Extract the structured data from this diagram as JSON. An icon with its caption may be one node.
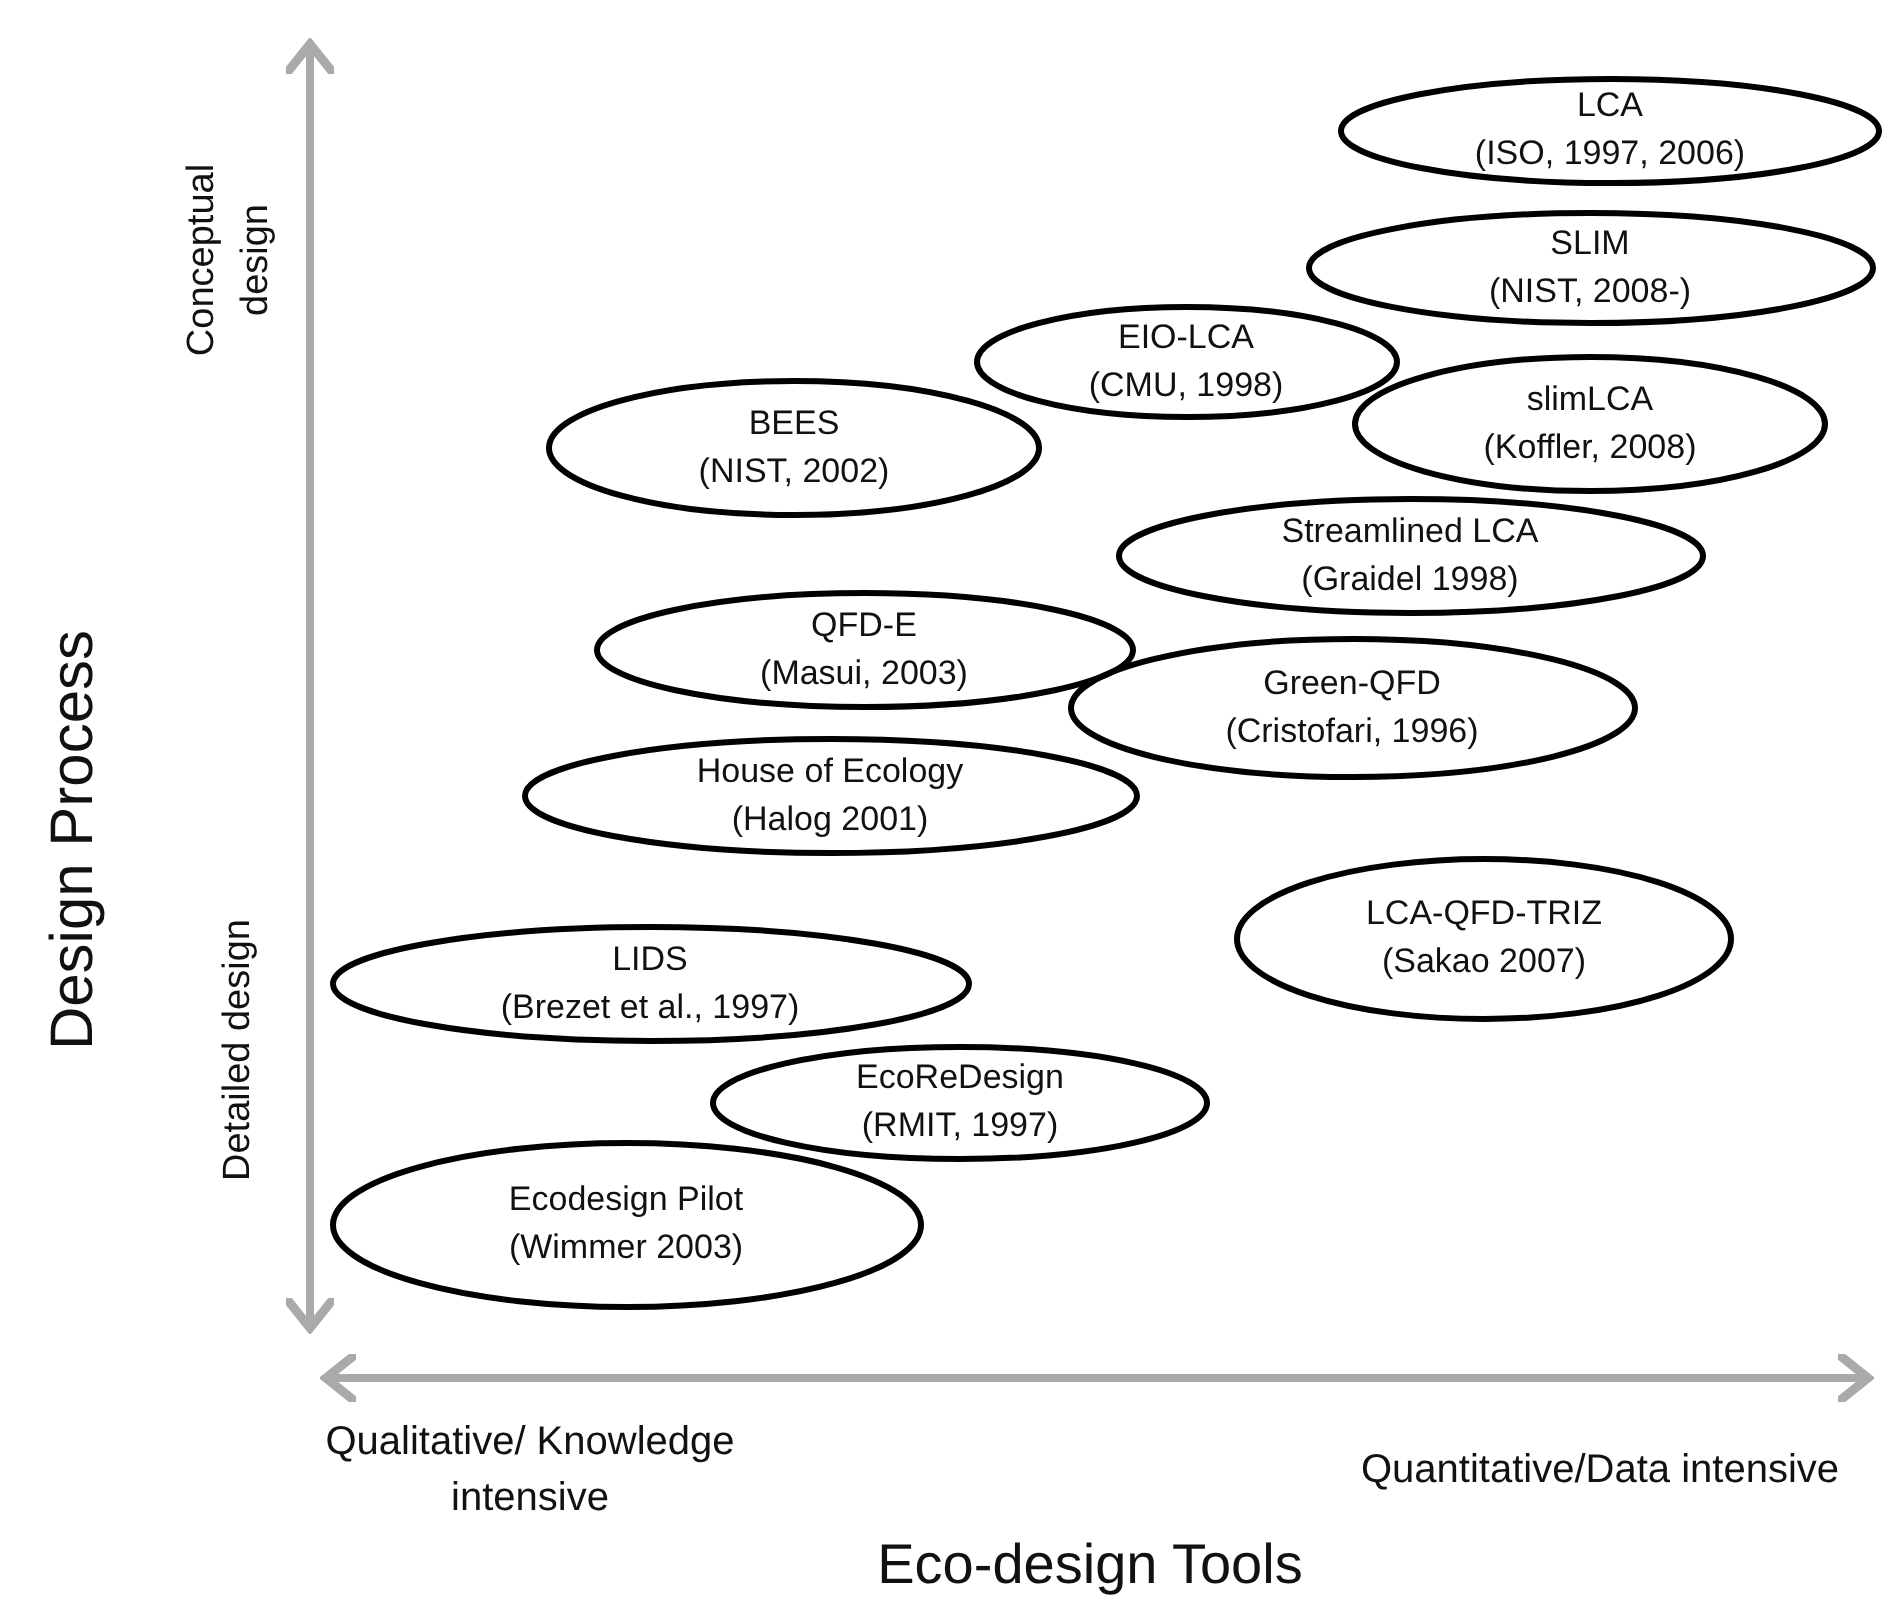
{
  "diagram": {
    "nodes": [
      {
        "text": [
          "LCA",
          "(ISO, 1997, 2006)"
        ]
      },
      {
        "text": [
          "SLIM",
          "(NIST, 2008-)"
        ]
      },
      {
        "text": [
          "EIO-LCA",
          "(CMU, 1998)"
        ]
      },
      {
        "text": [
          "BEES",
          "(NIST, 2002)"
        ]
      },
      {
        "text": [
          "slimLCA",
          "(Koffler, 2008)"
        ]
      },
      {
        "text": [
          "Streamlined LCA",
          "(Graidel 1998)"
        ]
      },
      {
        "text": [
          "QFD-E",
          "(Masui, 2003)"
        ]
      },
      {
        "text": [
          "Green-QFD",
          "(Cristofari, 1996)"
        ]
      },
      {
        "text": [
          "House of Ecology",
          "(Halog 2001)"
        ]
      },
      {
        "text": [
          "LCA-QFD-TRIZ",
          "(Sakao 2007)"
        ]
      },
      {
        "text": [
          "LIDS",
          "(Brezet et al., 1997)"
        ]
      },
      {
        "text": [
          "EcoReDesign",
          "(RMIT, 1997)"
        ]
      },
      {
        "text": [
          "Ecodesign Pilot",
          "(Wimmer 2003)"
        ]
      }
    ],
    "edges": [],
    "labels": [
      "Conceptual design",
      "Design Process",
      "Detailed design",
      "Qualitative/ Knowledge intensive",
      "Quantitative/Data intensive",
      "Eco-design Tools"
    ]
  }
}
